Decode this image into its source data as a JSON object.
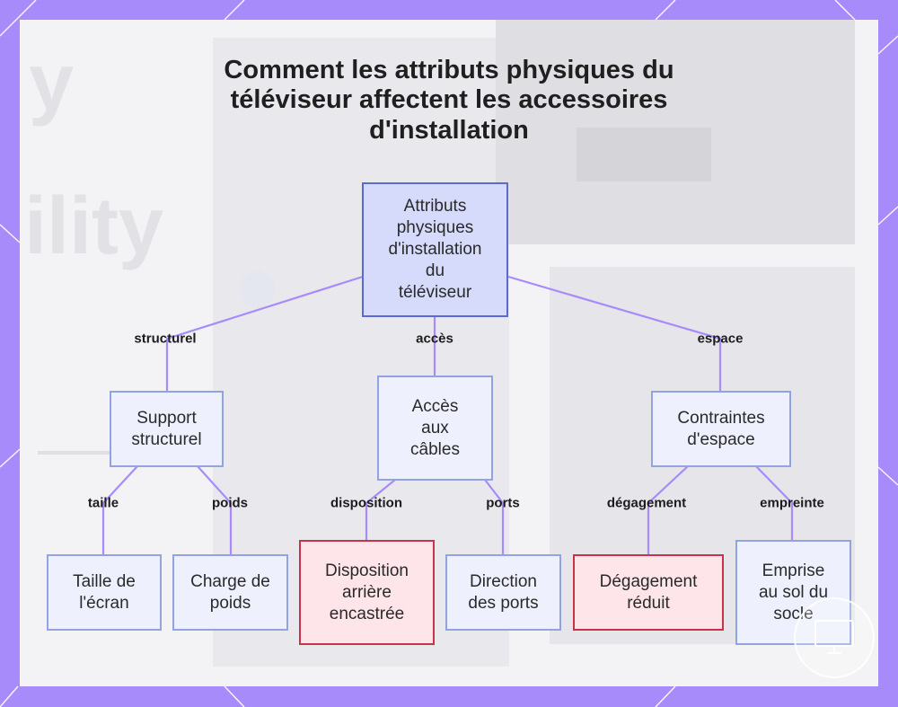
{
  "title_lines": [
    "Comment les attributs physiques du",
    "téléviseur affectent les accessoires",
    "d'installation"
  ],
  "nodes": {
    "root": {
      "label": "Attributs\nphysiques\nd'installation\ndu\ntéléviseur"
    },
    "structural": {
      "label": "Support\nstructurel"
    },
    "cables": {
      "label": "Accès\naux\ncâbles"
    },
    "space": {
      "label": "Contraintes\nd'espace"
    },
    "screen_size": {
      "label": "Taille de\nl'écran"
    },
    "weight": {
      "label": "Charge de\npoids"
    },
    "recessed": {
      "label": "Disposition\narrière\nencastrée"
    },
    "ports": {
      "label": "Direction\ndes ports"
    },
    "clearance": {
      "label": "Dégagement\nréduit"
    },
    "footprint": {
      "label": "Emprise\nau sol du\nsocle"
    }
  },
  "edges": {
    "structurel": "structurel",
    "acces": "accès",
    "espace": "espace",
    "taille": "taille",
    "poids": "poids",
    "disposition": "disposition",
    "ports": "ports",
    "degagement": "dégagement",
    "empreinte": "empreinte"
  },
  "colors": {
    "frame": "#a78bfa",
    "edge": "#a78bfa",
    "node_fill": "#eef1fd",
    "node_border": "#93a3e0",
    "root_fill": "#d6dbfc",
    "root_border": "#5a6ad0",
    "alert_fill": "#fde5ea",
    "alert_border": "#c8334a"
  }
}
